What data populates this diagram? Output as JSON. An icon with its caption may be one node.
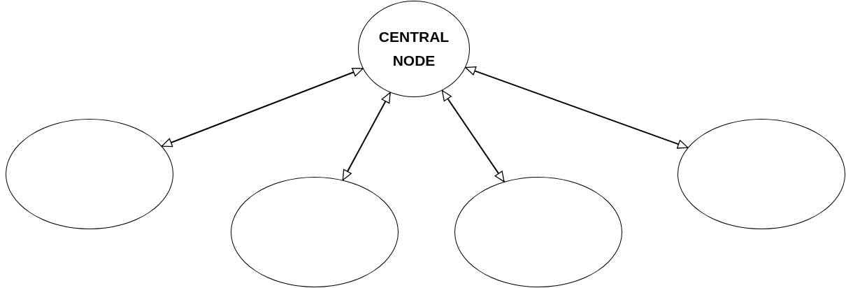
{
  "diagram": {
    "nodes": [
      {
        "text": [
          "CENTRAL NODE"
        ]
      },
      {
        "text": [],
        "shape": "ellipse"
      },
      {
        "text": [],
        "shape": "ellipse"
      },
      {
        "text": [],
        "shape": "ellipse"
      },
      {
        "text": [],
        "shape": "ellipse"
      }
    ],
    "edges": [
      {
        "from": 0,
        "to": 1,
        "arrow": "both"
      },
      {
        "from": 0,
        "to": 2,
        "arrow": "both"
      },
      {
        "from": 0,
        "to": 3,
        "arrow": "both"
      },
      {
        "from": 0,
        "to": 4,
        "arrow": "both"
      }
    ]
  }
}
